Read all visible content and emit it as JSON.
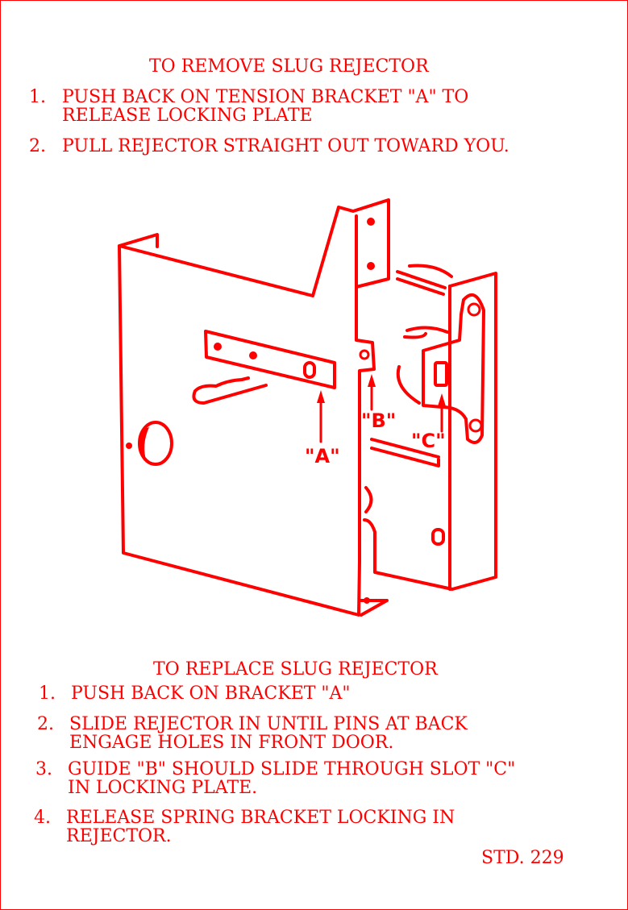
{
  "remove": {
    "title": "TO REMOVE SLUG REJECTOR",
    "steps": [
      {
        "num": "1.",
        "lines": [
          "PUSH BACK ON TENSION BRACKET \"A\" TO",
          "RELEASE LOCKING PLATE"
        ]
      },
      {
        "num": "2.",
        "lines": [
          "PULL REJECTOR STRAIGHT OUT TOWARD YOU."
        ]
      }
    ]
  },
  "diagram": {
    "labels": {
      "a": "\"A\"",
      "b": "\"B\"",
      "c": "\"C\""
    }
  },
  "replace": {
    "title": "TO REPLACE SLUG REJECTOR",
    "steps": [
      {
        "num": "1.",
        "lines": [
          "PUSH BACK ON BRACKET \"A\""
        ]
      },
      {
        "num": "2.",
        "lines": [
          "SLIDE REJECTOR IN UNTIL PINS AT BACK",
          "ENGAGE HOLES IN FRONT DOOR."
        ]
      },
      {
        "num": "3.",
        "lines": [
          "GUIDE \"B\" SHOULD SLIDE THROUGH SLOT \"C\"",
          "IN LOCKING PLATE."
        ]
      },
      {
        "num": "4.",
        "lines": [
          "RELEASE SPRING BRACKET LOCKING IN",
          "REJECTOR."
        ]
      }
    ]
  },
  "footer": {
    "code": "STD. 229"
  },
  "colors": {
    "ink": "#ff0000"
  }
}
